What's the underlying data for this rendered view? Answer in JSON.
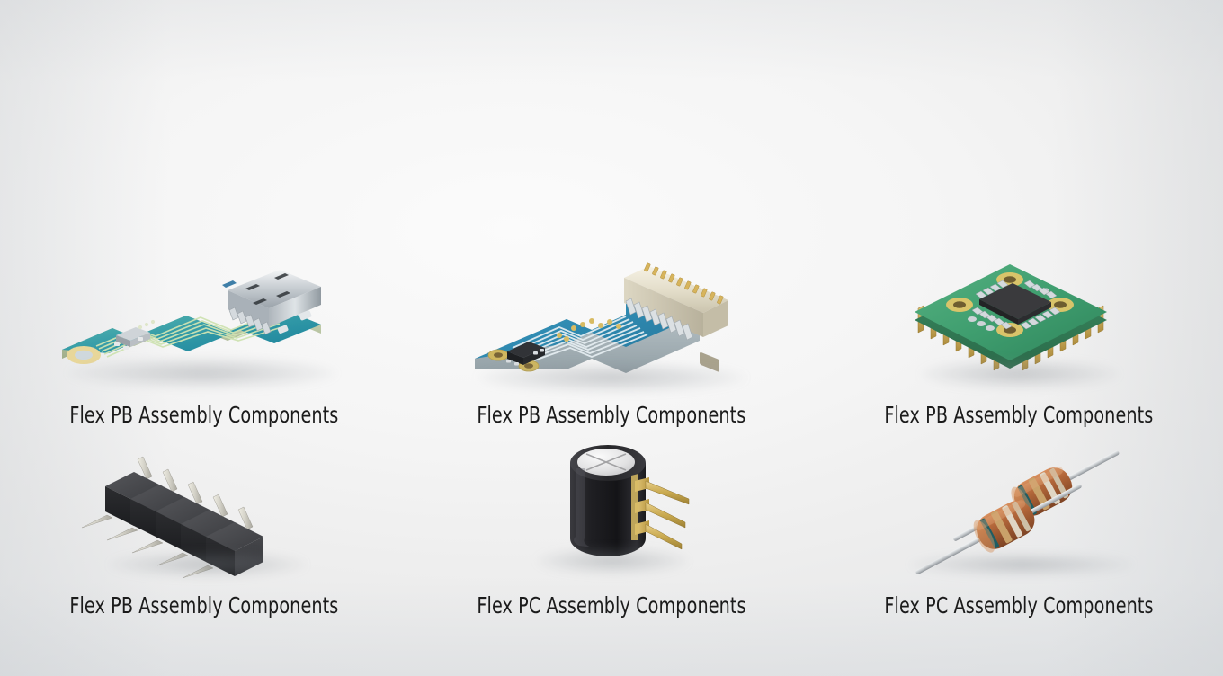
{
  "page": {
    "background_color": "#f2f2f2",
    "text_color": "#1b1b1b",
    "layout": "3x2 product grid"
  },
  "products": [
    {
      "id": "usb-flex-pcb",
      "caption": "Flex PB Assembly Components",
      "image_name": "usb-connector-flex-pcb",
      "colors": {
        "board": "#2a9aad",
        "connector": "#c8ccd0",
        "trace": "#b9d6a8",
        "pad": "#e3d089"
      }
    },
    {
      "id": "fpc-connector-board",
      "caption": "Flex PB Assembly Components",
      "image_name": "fpc-connector-pcb",
      "colors": {
        "board": "#2f8fb5",
        "connector": "#e8e3d2",
        "trace": "#dfe8ec",
        "pad": "#d8bb63"
      }
    },
    {
      "id": "qfp-module-board",
      "caption": "Flex PB Assembly Components",
      "image_name": "qfp-chip-module-pcb",
      "colors": {
        "board": "#3f9e6f",
        "chip": "#2e2e2e",
        "pin": "#cfa94e",
        "pad": "#d9c46a"
      }
    },
    {
      "id": "pin-header",
      "caption": "Flex PB Assembly Components",
      "image_name": "pin-header-5way",
      "colors": {
        "body": "#3a3a3c",
        "pin": "#d6d4cc"
      },
      "pin_count": 5
    },
    {
      "id": "electrolytic-capacitor",
      "caption": "Flex PC Assembly Components",
      "image_name": "cylindrical-capacitor",
      "colors": {
        "body": "#242428",
        "top": "#e9e9ea",
        "lead": "#c9a košt"
      },
      "lead_count": 3
    },
    {
      "id": "axial-resistors",
      "caption": "Flex PC Assembly Components",
      "image_name": "axial-resistor-pair",
      "colors": {
        "body": "#a85a34",
        "lead": "#cfd2d5"
      },
      "quantity": 2
    }
  ]
}
